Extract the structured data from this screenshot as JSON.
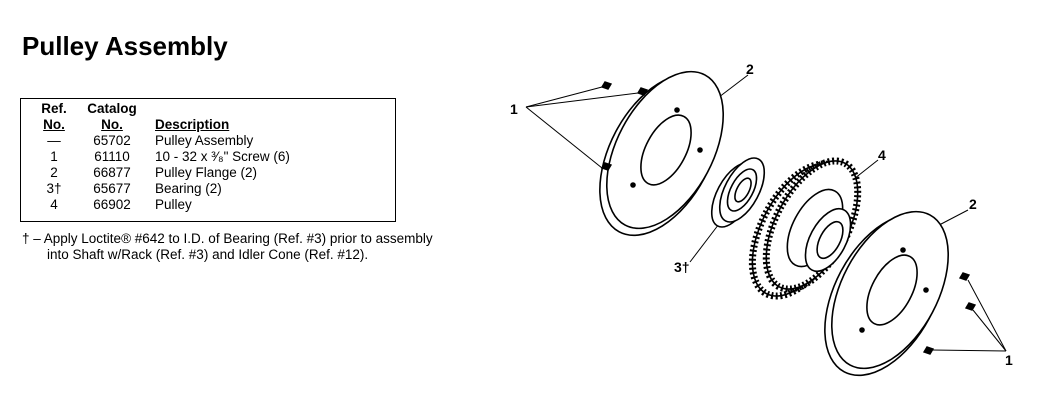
{
  "title": "Pulley Assembly",
  "table": {
    "headers": {
      "ref_line1": "Ref.",
      "ref_line2": "No.",
      "catalog_line1": "Catalog",
      "catalog_line2": "No.",
      "description": "Description"
    },
    "rows": [
      {
        "ref": "—",
        "catalog": "65702",
        "description": "Pulley Assembly"
      },
      {
        "ref": "1",
        "catalog": "61110",
        "description": "10 - 32 x ³⁄₈\" Screw (6)"
      },
      {
        "ref": "2",
        "catalog": "66877",
        "description": "Pulley Flange (2)"
      },
      {
        "ref": "3†",
        "catalog": "65677",
        "description": "Bearing (2)"
      },
      {
        "ref": "4",
        "catalog": "66902",
        "description": "Pulley"
      }
    ]
  },
  "footnote": {
    "line1": "† – Apply Loctite® #642 to I.D. of Bearing (Ref. #3) prior to assembly",
    "line2": "into Shaft w/Rack (Ref. #3) and Idler Cone (Ref. #12)."
  },
  "diagram_labels": {
    "screws_top": "1",
    "flange_top": "2",
    "pulley": "4",
    "flange_bottom": "2",
    "bearing": "3†",
    "screws_bottom": "1"
  }
}
